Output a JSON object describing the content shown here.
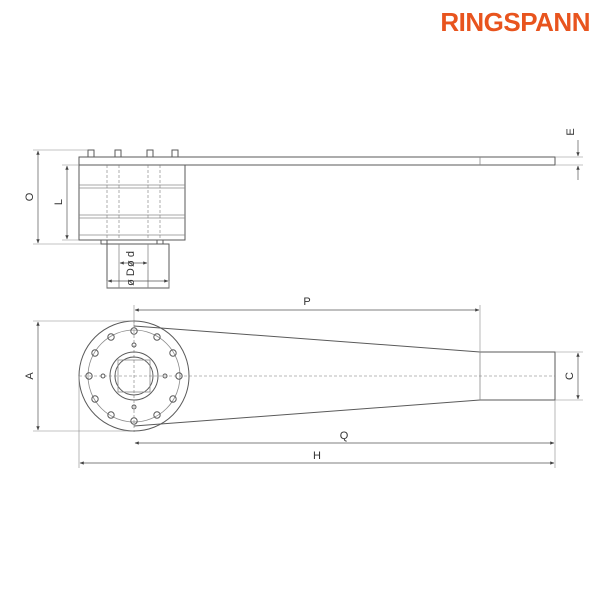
{
  "brand": {
    "name": "RINGSPANN",
    "color": "#e8541e"
  },
  "side_view": {
    "labels": {
      "O": "O",
      "L": "L",
      "E": "E",
      "d": "ø d",
      "D": "ø D"
    }
  },
  "plan_view": {
    "labels": {
      "P": "P",
      "A": "A",
      "C": "C",
      "Q": "Q",
      "H": "H"
    }
  }
}
